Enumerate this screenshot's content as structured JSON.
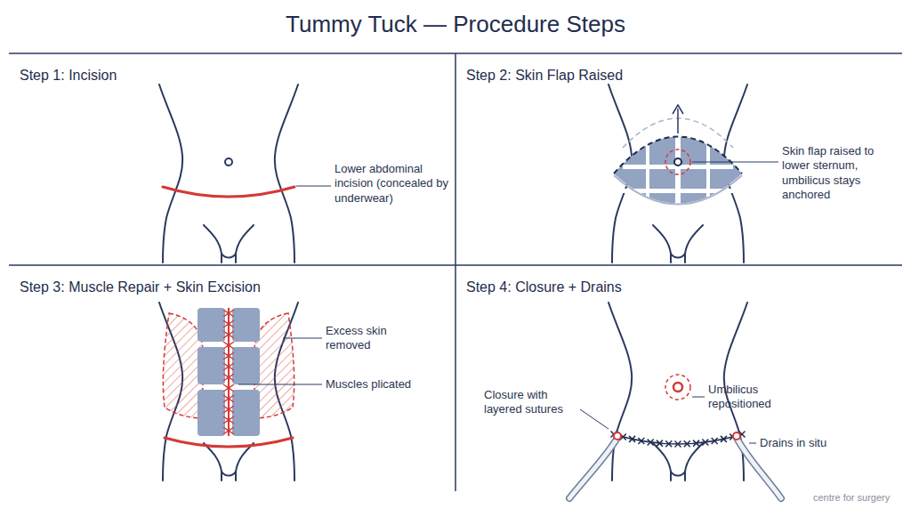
{
  "diagram": {
    "title": "Tummy Tuck — Procedure Steps",
    "nodes": [
      {
        "text": [
          "Step 1: Incision"
        ]
      },
      {
        "text": [
          "Step 2: Skin Flap Raised"
        ]
      },
      {
        "text": [
          "Step 3: Muscle Repair + Skin Excision"
        ]
      },
      {
        "text": [
          "Step 4: Closure + Drains"
        ]
      }
    ],
    "labels": [
      "Lower abdominal incision (concealed by underwear)",
      "Skin flap raised to lower sternum, umbilicus stays anchored",
      "Excess skin removed",
      "Muscles plicated",
      "Closure with layered sutures",
      "Umbilicus repositioned",
      "Drains in situ",
      "centre for surgery"
    ]
  }
}
